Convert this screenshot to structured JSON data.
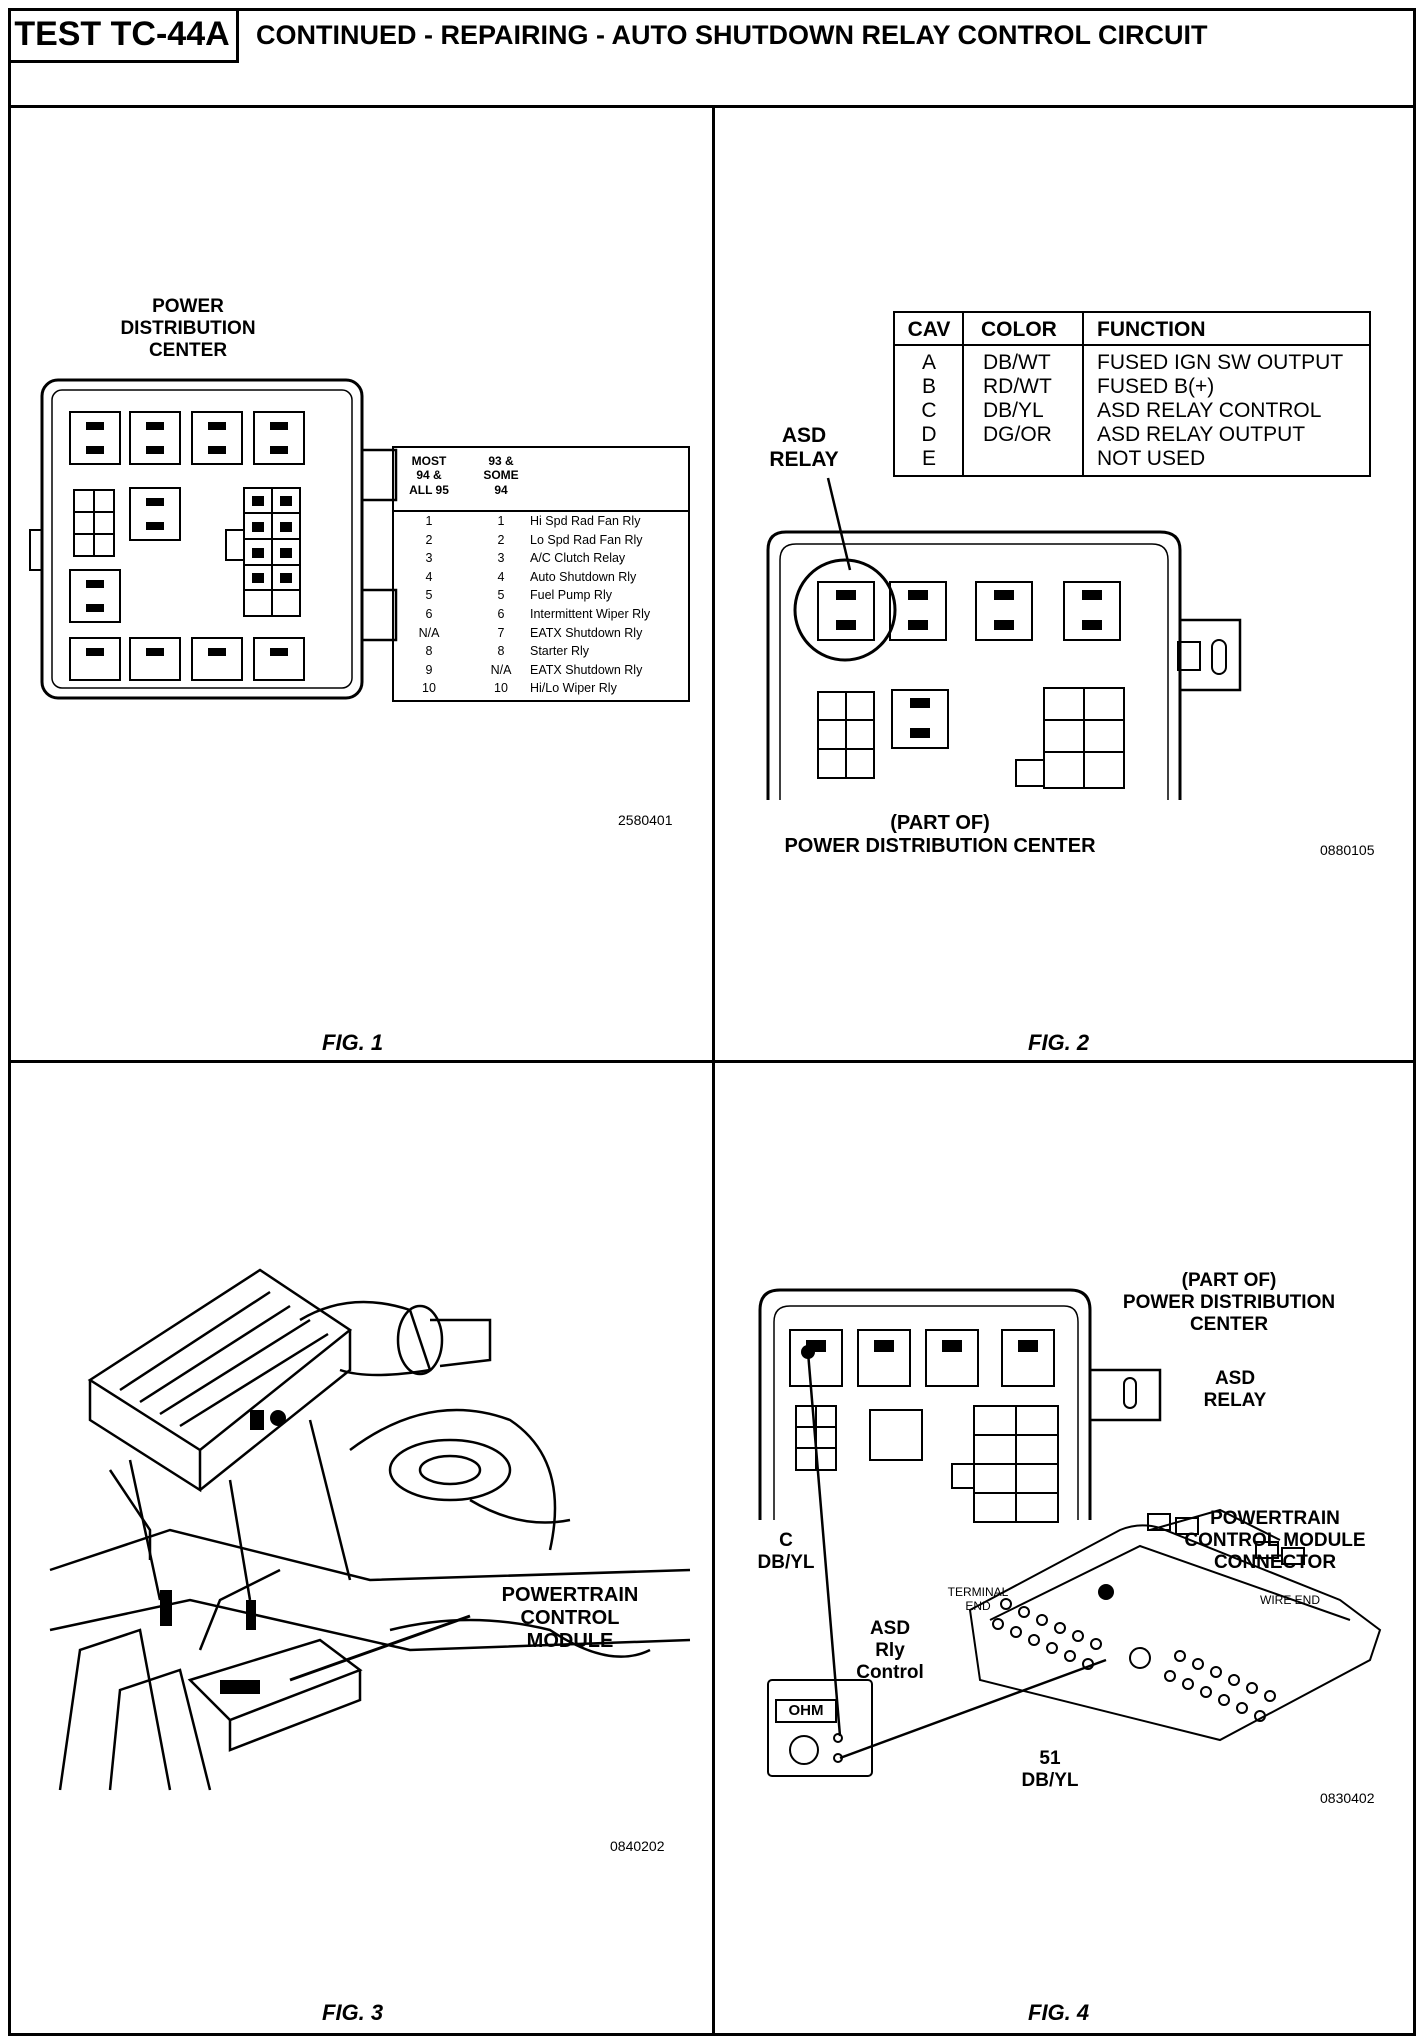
{
  "header": {
    "test_id": "TEST TC-44A",
    "title": "CONTINUED - REPAIRING - AUTO SHUTDOWN RELAY CONTROL CIRCUIT"
  },
  "fig1": {
    "label_line1": "POWER",
    "label_line2": "DISTRIBUTION",
    "label_line3": "CENTER",
    "table": {
      "col1_header": [
        "MOST",
        "94 &",
        "ALL 95"
      ],
      "col2_header": [
        "93 &",
        "SOME",
        "94"
      ],
      "rows": [
        {
          "a": "1",
          "b": "1",
          "f": "Hi Spd Rad Fan Rly"
        },
        {
          "a": "2",
          "b": "2",
          "f": "Lo Spd Rad Fan Rly"
        },
        {
          "a": "3",
          "b": "3",
          "f": "A/C Clutch Relay"
        },
        {
          "a": "4",
          "b": "4",
          "f": "Auto Shutdown Rly"
        },
        {
          "a": "5",
          "b": "5",
          "f": "Fuel Pump Rly"
        },
        {
          "a": "6",
          "b": "6",
          "f": "Intermittent Wiper Rly"
        },
        {
          "a": "N/A",
          "b": "7",
          "f": "EATX Shutdown Rly"
        },
        {
          "a": "8",
          "b": "8",
          "f": "Starter Rly"
        },
        {
          "a": "9",
          "b": "N/A",
          "f": "EATX Shutdown Rly"
        },
        {
          "a": "10",
          "b": "10",
          "f": "Hi/Lo Wiper Rly"
        }
      ]
    },
    "code": "2580401",
    "caption": "FIG. 1"
  },
  "fig2": {
    "table": {
      "headers": [
        "CAV",
        "COLOR",
        "FUNCTION"
      ],
      "rows": [
        {
          "cav": "A",
          "color": "DB/WT",
          "function": "FUSED IGN SW OUTPUT"
        },
        {
          "cav": "B",
          "color": "RD/WT",
          "function": "FUSED B(+)"
        },
        {
          "cav": "C",
          "color": "DB/YL",
          "function": "ASD RELAY CONTROL"
        },
        {
          "cav": "D",
          "color": "DG/OR",
          "function": "ASD RELAY OUTPUT"
        },
        {
          "cav": "E",
          "color": "",
          "function": "NOT USED"
        }
      ]
    },
    "relay_label_line1": "ASD",
    "relay_label_line2": "RELAY",
    "bottom_label_line1": "(PART OF)",
    "bottom_label_line2": "POWER DISTRIBUTION CENTER",
    "code": "0880105",
    "caption": "FIG. 2"
  },
  "fig3": {
    "label_line1": "POWERTRAIN",
    "label_line2": "CONTROL",
    "label_line3": "MODULE",
    "code": "0840202",
    "caption": "FIG. 3"
  },
  "fig4": {
    "pdc_line1": "(PART OF)",
    "pdc_line2": "POWER DISTRIBUTION",
    "pdc_line3": "CENTER",
    "asd_line1": "ASD",
    "asd_line2": "RELAY",
    "pcm_line1": "POWERTRAIN",
    "pcm_line2": "CONTROL MODULE",
    "pcm_line3": "CONNECTOR",
    "terminal_line1": "TERMINAL",
    "terminal_line2": "END",
    "wire_end": "WIRE END",
    "c_line1": "C",
    "c_line2": "DB/YL",
    "asd_ctrl_line1": "ASD",
    "asd_ctrl_line2": "Rly",
    "asd_ctrl_line3": "Control",
    "ohm": "OHM",
    "pin_line1": "51",
    "pin_line2": "DB/YL",
    "code": "0830402",
    "caption": "FIG. 4"
  }
}
